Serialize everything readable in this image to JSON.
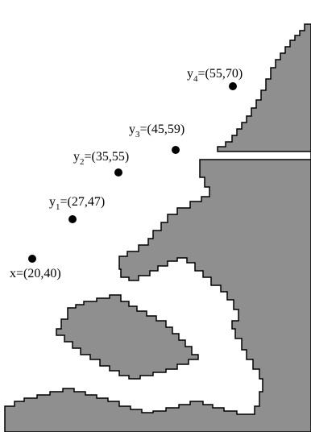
{
  "colors": {
    "background": "#ffffff",
    "land_fill": "#8f8f8f",
    "outline": "#000000",
    "point": "#000000"
  },
  "points": [
    {
      "prefix": "x",
      "subscript": "",
      "coords": "=(20,40)"
    },
    {
      "prefix": "y",
      "subscript": "1",
      "coords": "=(27,47)"
    },
    {
      "prefix": "y",
      "subscript": "2",
      "coords": "=(35,55)"
    },
    {
      "prefix": "y",
      "subscript": "3",
      "coords": "=(45,59)"
    },
    {
      "prefix": "y",
      "subscript": "4",
      "coords": "=(55,70)"
    }
  ]
}
